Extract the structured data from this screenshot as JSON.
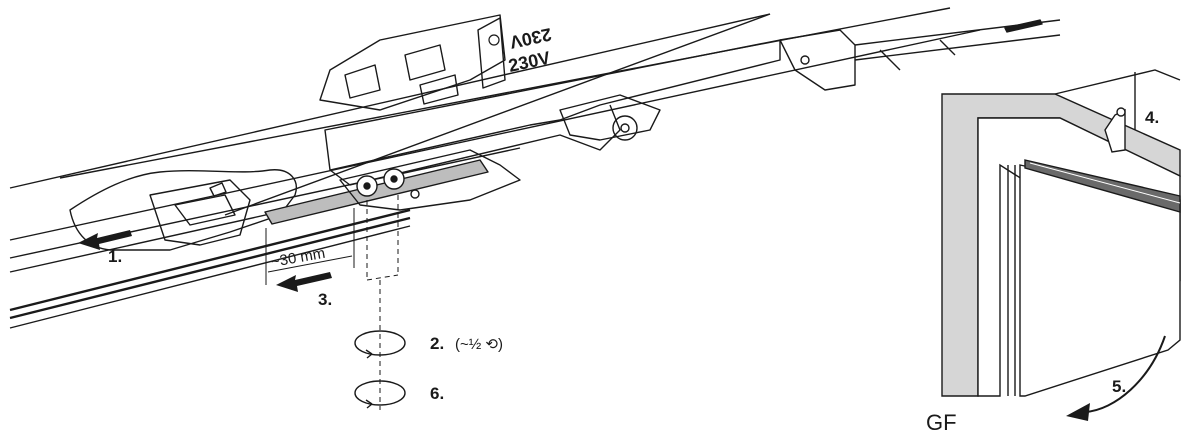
{
  "figure": {
    "steps": [
      {
        "id": "1",
        "label": "1."
      },
      {
        "id": "2",
        "label": "2.",
        "note": "(~½ ⟲)"
      },
      {
        "id": "3",
        "label": "3."
      },
      {
        "id": "4",
        "label": "4."
      },
      {
        "id": "5",
        "label": "5."
      },
      {
        "id": "6",
        "label": "6."
      }
    ],
    "dimension_label": "~30 mm",
    "voltage_label": "230V",
    "voltage_label_mirrored": "230V",
    "door_label": "GF"
  }
}
